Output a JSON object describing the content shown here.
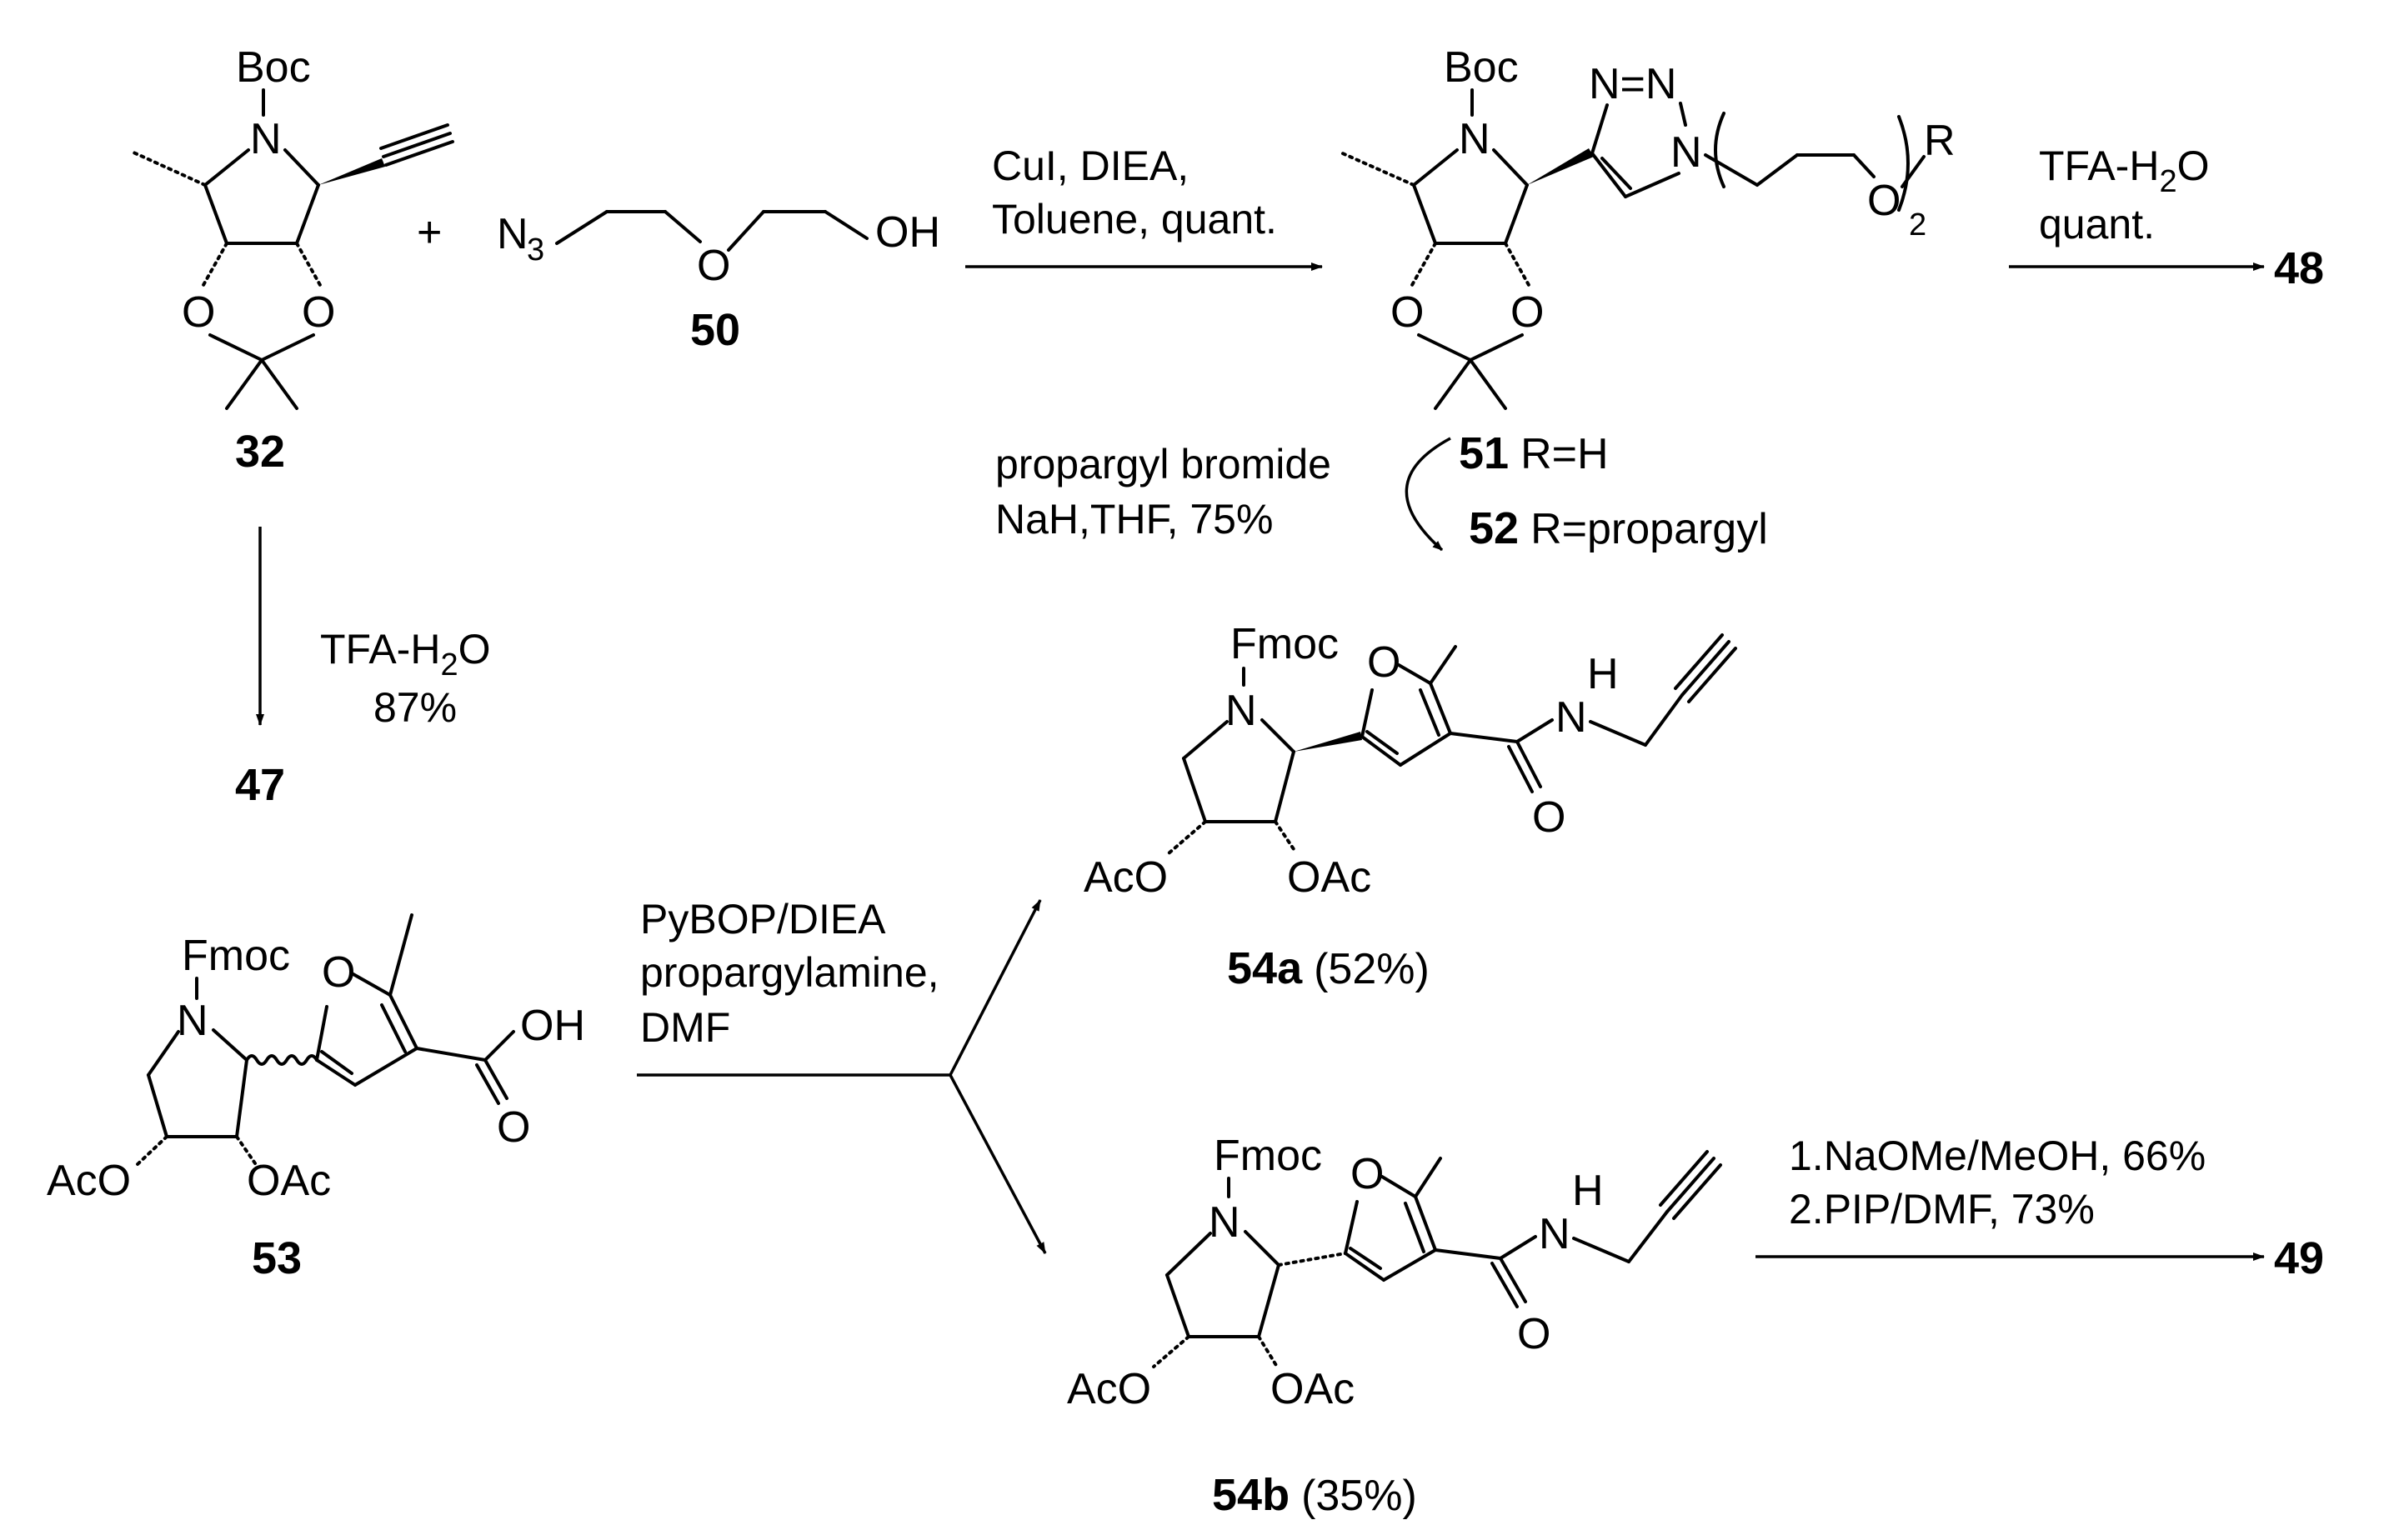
{
  "reactants": {
    "compound_32": {
      "id": "32",
      "atoms": {
        "protecting_group": "Boc",
        "nitrogen": "N",
        "oxygen_left": "O",
        "oxygen_right": "O"
      }
    },
    "plus_sign": "+",
    "compound_50": {
      "id": "50",
      "azide_n": "N",
      "azide_sub": "3",
      "ether_o": "O",
      "hydroxyl": "OH"
    }
  },
  "step_click": {
    "line1": "CuI, DIEA,",
    "line2": "Toluene, quant."
  },
  "product_51_52": {
    "atoms": {
      "protecting_group": "Boc",
      "nitrogen": "N",
      "triazole_top": "N=N",
      "triazole_n": "N",
      "peg_o": "O",
      "peg_r": "R",
      "repeat_n": "2",
      "oxygen_left": "O",
      "oxygen_right": "O"
    },
    "label_51": {
      "id": "51",
      "text": "R=H"
    },
    "label_52": {
      "id": "52",
      "text": "R=propargyl"
    }
  },
  "step_tfa_48": {
    "line1": "TFA-H",
    "line1_sub": "2",
    "line1_end": "O",
    "line2": "quant.",
    "product": "48"
  },
  "step_propargyl": {
    "line1": "propargyl bromide",
    "line2": "NaH,THF, 75%"
  },
  "step_tfa_47": {
    "line1": "TFA-H",
    "line1_sub": "2",
    "line1_end": "O",
    "line2": "87%",
    "product": "47"
  },
  "compound_53": {
    "id": "53",
    "atoms": {
      "protecting_group": "Fmoc",
      "nitrogen": "N",
      "furan_o": "O",
      "carbonyl_o": "O",
      "hydroxyl": "OH",
      "acetoxy_left": "AcO",
      "acetoxy_right": "OAc"
    }
  },
  "step_pybop": {
    "line1": "PyBOP/DIEA",
    "line2": "propargylamine,",
    "line3": "DMF"
  },
  "compound_54a": {
    "id": "54a",
    "yield": "(52%)",
    "atoms": {
      "protecting_group": "Fmoc",
      "nitrogen": "N",
      "furan_o": "O",
      "carbonyl_o": "O",
      "amide_h": "H",
      "amide_n": "N",
      "acetoxy_left": "AcO",
      "acetoxy_right": "OAc"
    }
  },
  "compound_54b": {
    "id": "54b",
    "yield": "(35%)",
    "atoms": {
      "protecting_group": "Fmoc",
      "nitrogen": "N",
      "furan_o": "O",
      "carbonyl_o": "O",
      "amide_h": "H",
      "amide_n": "N",
      "acetoxy_left": "AcO",
      "acetoxy_right": "OAc"
    }
  },
  "step_deprotect": {
    "line1": "1.NaOMe/MeOH, 66%",
    "line2": "2.PIP/DMF, 73%",
    "product": "49"
  }
}
